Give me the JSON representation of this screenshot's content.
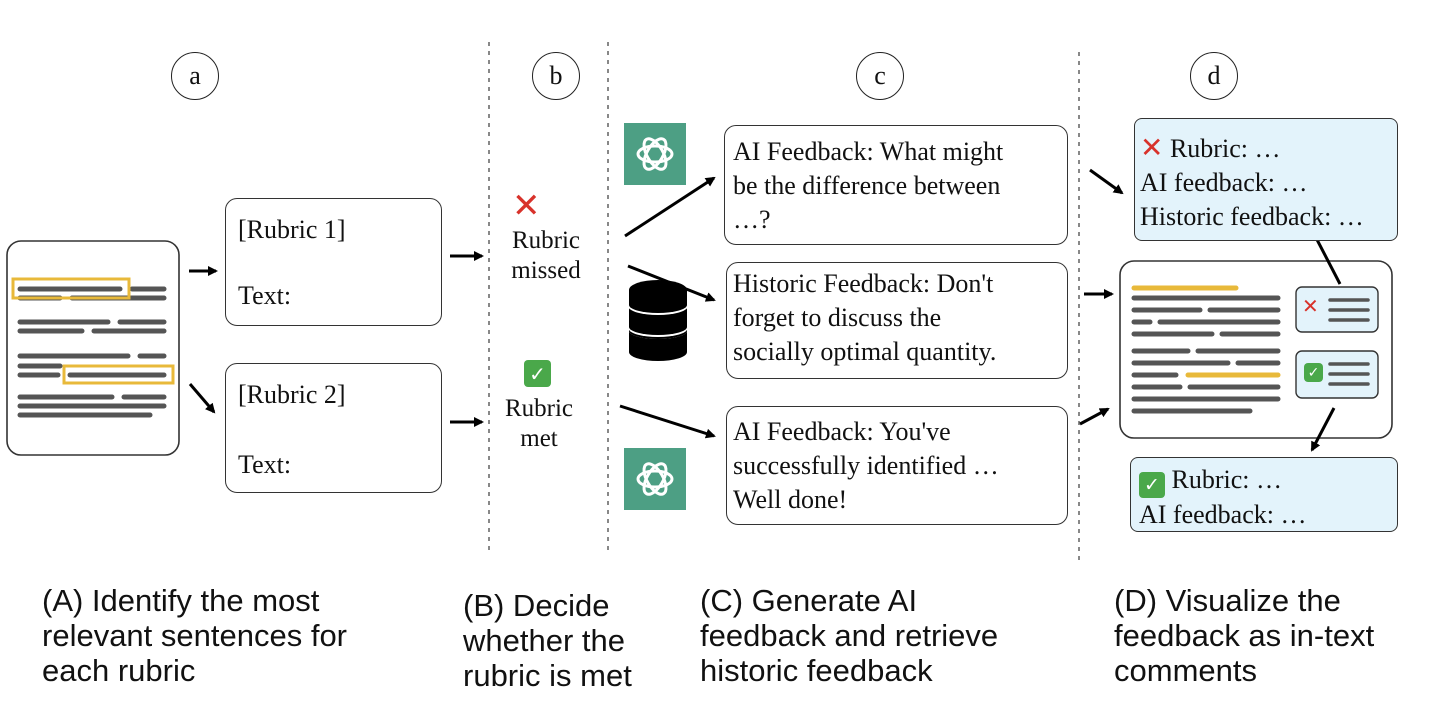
{
  "panels": {
    "a": {
      "label": "a"
    },
    "b": {
      "label": "b"
    },
    "c": {
      "label": "c"
    },
    "d": {
      "label": "d"
    }
  },
  "rubric_boxes": [
    {
      "title": "[Rubric 1]",
      "text_label": "Text:"
    },
    {
      "title": "[Rubric 2]",
      "text_label": "Text:"
    }
  ],
  "decisions": {
    "missed": {
      "line1": "Rubric",
      "line2": "missed"
    },
    "met": {
      "line1": "Rubric",
      "line2": "met"
    }
  },
  "feedback_boxes": [
    {
      "lines": [
        "AI Feedback: What might",
        "be the difference between",
        "…?"
      ]
    },
    {
      "lines": [
        "Historic Feedback: Don't",
        "forget to discuss the",
        "socially optimal quantity."
      ]
    },
    {
      "lines": [
        "AI Feedback: You've",
        "successfully identified …",
        "Well done!"
      ]
    }
  ],
  "comment_boxes": {
    "missed": {
      "lines": [
        "Rubric: …",
        "AI feedback: …",
        "Historic feedback: …"
      ]
    },
    "met": {
      "lines": [
        "Rubric: …",
        "AI feedback: …"
      ]
    }
  },
  "captions": {
    "a": [
      "(A) Identify the most",
      "relevant sentences for",
      "each rubric"
    ],
    "b": [
      "(B) Decide",
      "whether the",
      "rubric is met"
    ],
    "c": [
      "(C) Generate AI",
      "feedback and retrieve",
      "historic feedback"
    ],
    "d": [
      "(D) Visualize the",
      "feedback as in-text",
      "comments"
    ]
  },
  "icons": {
    "cross": "cross-mark-icon",
    "check": "check-mark-icon",
    "openai": "openai-logo-icon",
    "database": "database-icon"
  },
  "colors": {
    "highlight": "#e8b93a",
    "doc_line": "#5a5a5a",
    "comment_bg": "#e3f3fb",
    "gpt_green": "#4d9f84",
    "cross_red": "#d8322b",
    "check_green": "#4aa84a"
  }
}
